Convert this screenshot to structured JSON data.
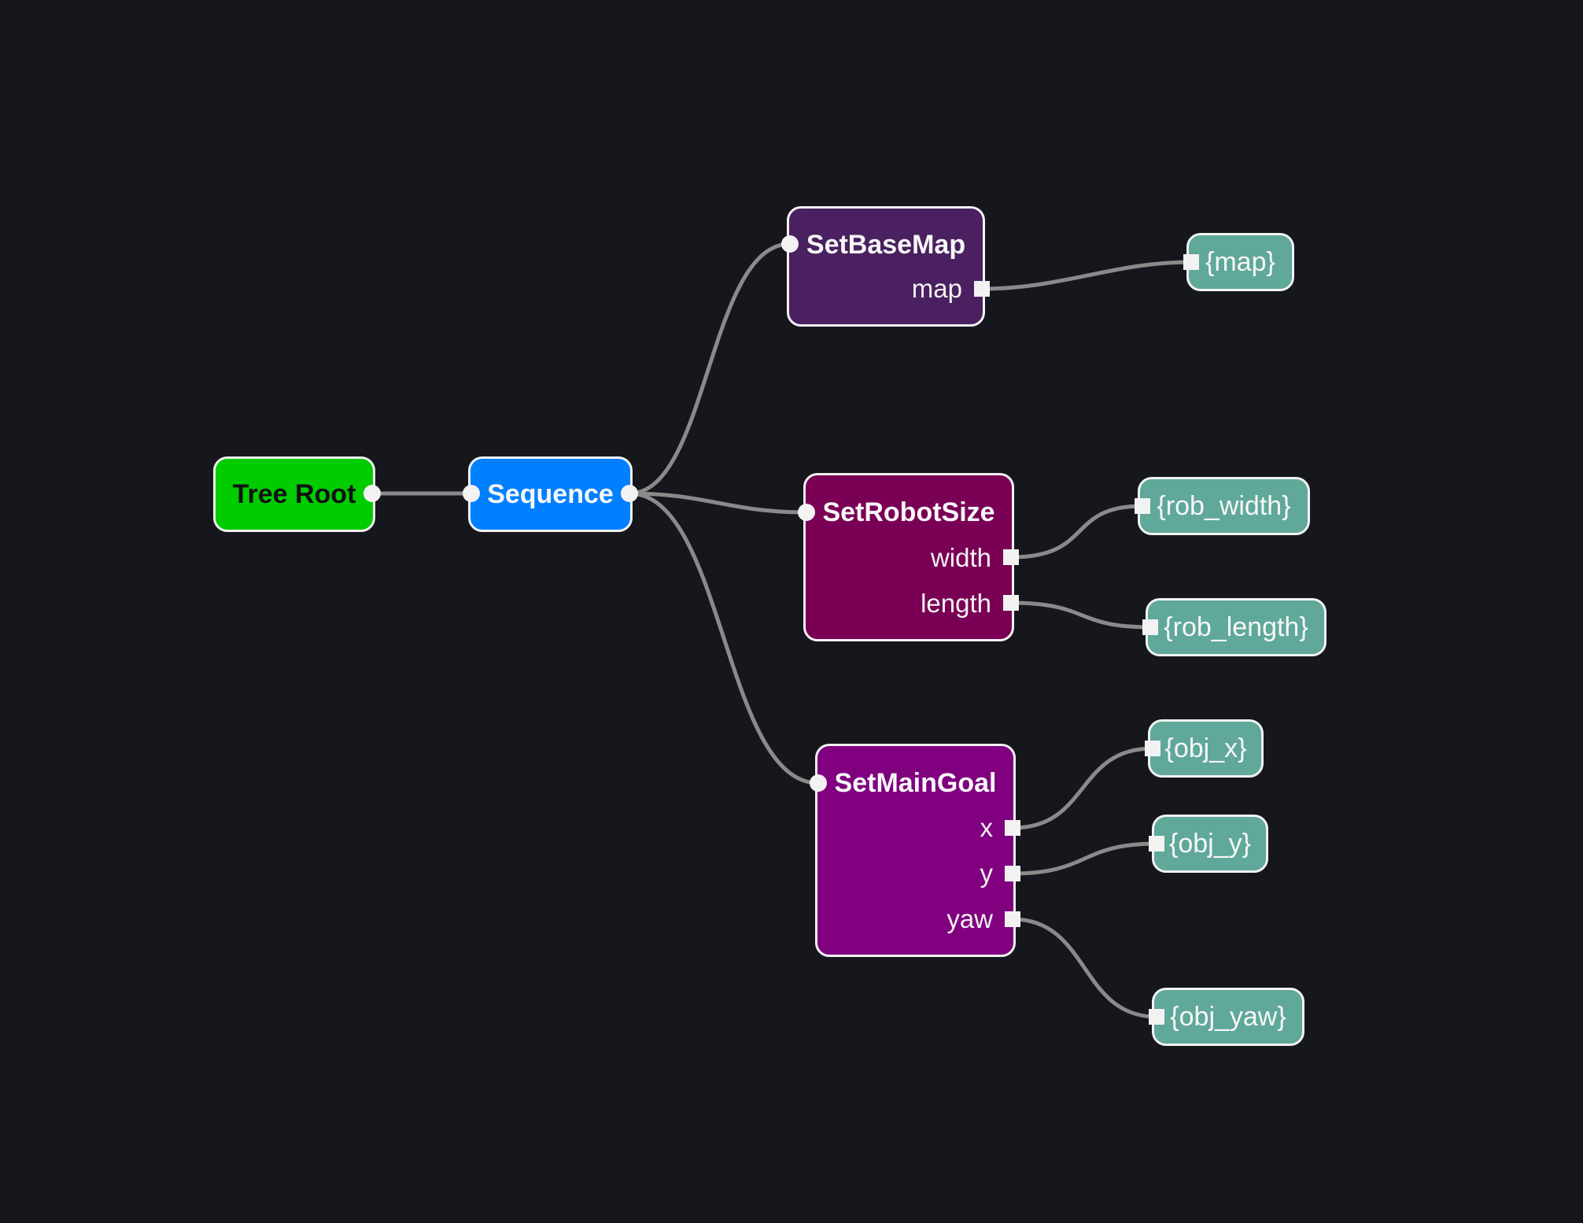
{
  "tree": {
    "root": {
      "label": "Tree Root",
      "color": "#00cc00"
    },
    "sequence": {
      "label": "Sequence",
      "color": "#0080ff"
    },
    "set_base_map": {
      "label": "SetBaseMap",
      "color": "#4a2060",
      "ports": [
        {
          "name": "map",
          "value": "{map}"
        }
      ]
    },
    "set_robot_size": {
      "label": "SetRobotSize",
      "color": "#7a0055",
      "ports": [
        {
          "name": "width",
          "value": "{rob_width}"
        },
        {
          "name": "length",
          "value": "{rob_length}"
        }
      ]
    },
    "set_main_goal": {
      "label": "SetMainGoal",
      "color": "#800080",
      "ports": [
        {
          "name": "x",
          "value": "{obj_x}"
        },
        {
          "name": "y",
          "value": "{obj_y}"
        },
        {
          "name": "yaw",
          "value": "{obj_yaw}"
        }
      ]
    }
  },
  "colors": {
    "background": "#16171c",
    "edge": "#8a8a8a",
    "blackboard": "#5fa89a",
    "outline": "#f2f2f2"
  }
}
